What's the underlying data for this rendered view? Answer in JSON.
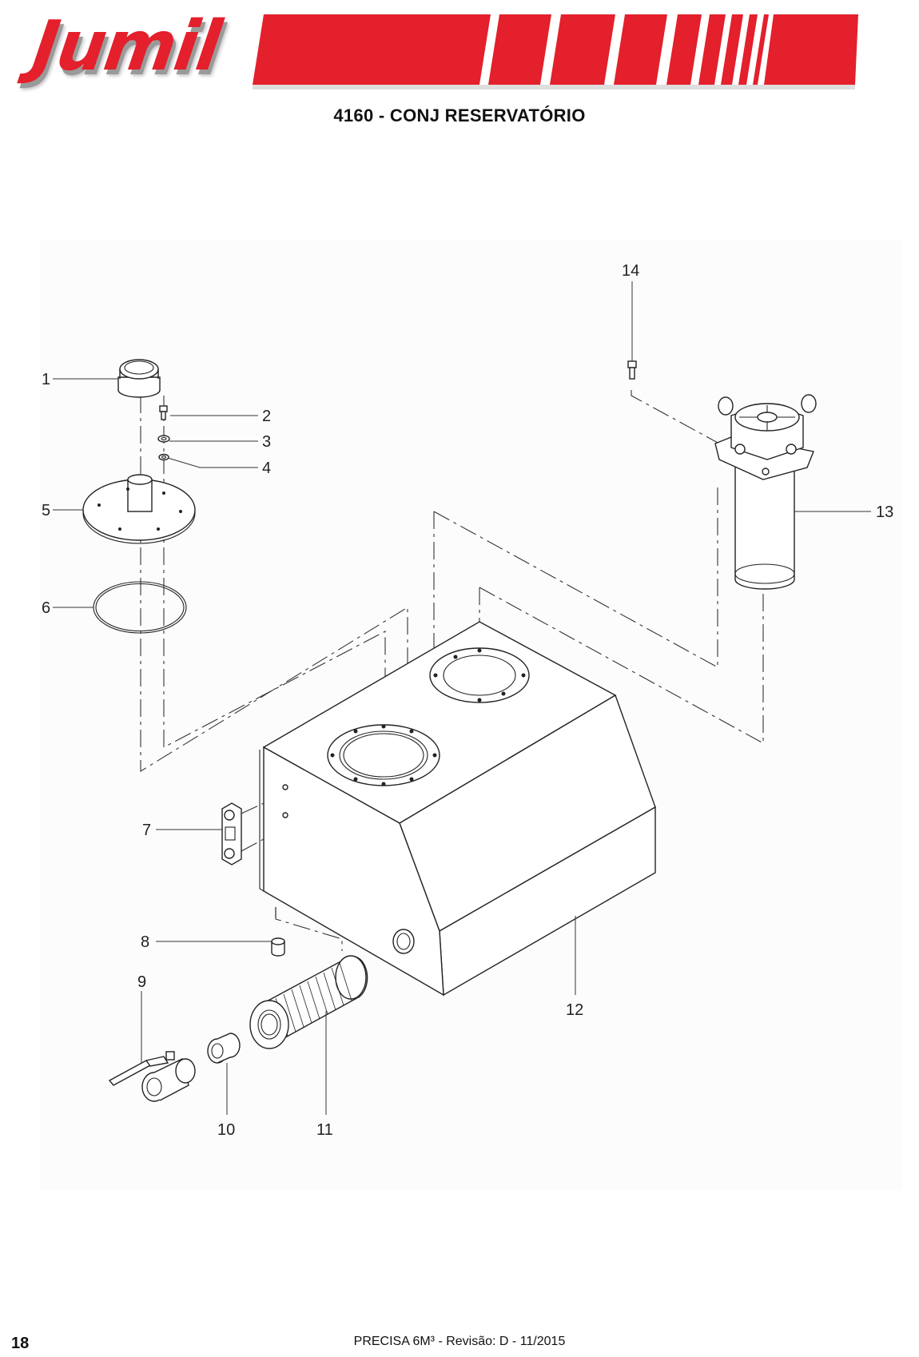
{
  "header": {
    "logo_text": "Jumil",
    "title": "4160 - CONJ RESERVATÓRIO"
  },
  "colors": {
    "brand_red": "#e3202b",
    "shadow_gray": "#9a9a9a"
  },
  "callouts": [
    "1",
    "2",
    "3",
    "4",
    "5",
    "6",
    "7",
    "8",
    "9",
    "10",
    "11",
    "12",
    "13",
    "14"
  ],
  "footer": {
    "page_number": "18",
    "revision": "PRECISA 6M³ - Revisão: D - 11/2015"
  }
}
